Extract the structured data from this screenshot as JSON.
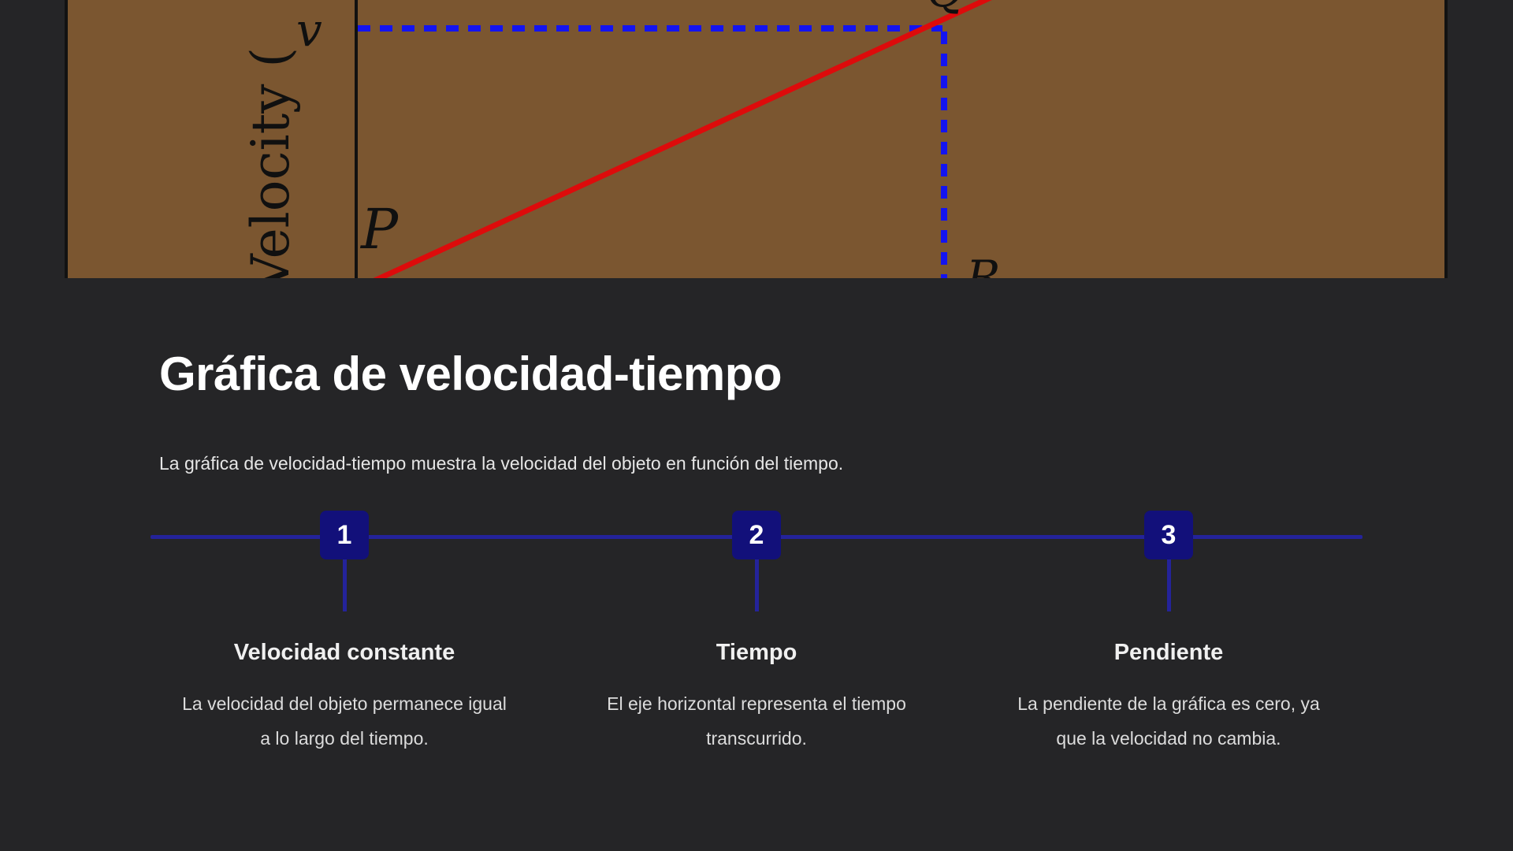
{
  "figure": {
    "y_axis_label": "Velocity (",
    "v_label": "v",
    "p_label": "P",
    "q_label": "Q",
    "r_label": "R",
    "colors": {
      "background": "#7b5630",
      "line": "#dd0b0b",
      "dashed": "#1414f0"
    }
  },
  "title": "Gráfica de velocidad-tiempo",
  "subtitle": "La gráfica de velocidad-tiempo muestra la velocidad del objeto en función del tiempo.",
  "steps": [
    {
      "number": "1",
      "title": "Velocidad constante",
      "description": "La velocidad del objeto permanece igual a lo largo del tiempo."
    },
    {
      "number": "2",
      "title": "Tiempo",
      "description": "El eje horizontal representa el tiempo transcurrido."
    },
    {
      "number": "3",
      "title": "Pendiente",
      "description": "La pendiente de la gráfica es cero, ya que la velocidad no cambia."
    }
  ],
  "colors": {
    "page_background": "#252527",
    "accent": "#12107a",
    "timeline": "#24239a"
  }
}
